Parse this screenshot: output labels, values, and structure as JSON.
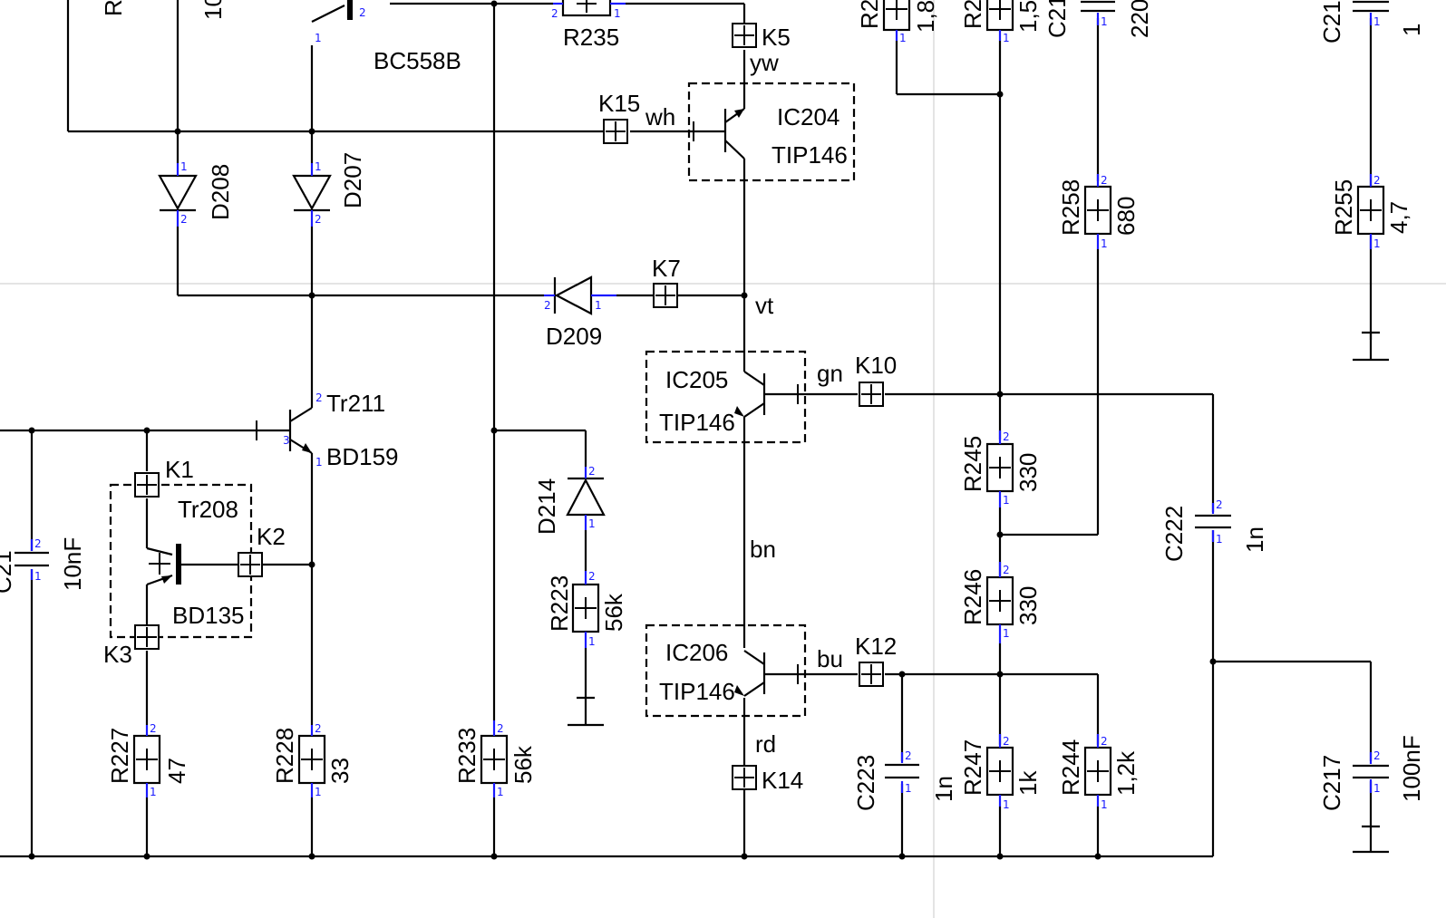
{
  "colors": {
    "wire": "#000000",
    "pin": "#1a1aff",
    "background": "#ffffff",
    "refline": "#c8c8c8"
  },
  "labels": {
    "bc558b": "BC558B",
    "r235": "R235",
    "k5": "K5",
    "yw": "yw",
    "k15": "K15",
    "wh": "wh",
    "ic204": "IC204",
    "tip146_a": "TIP146",
    "d208": "D208",
    "d207": "D207",
    "k7": "K7",
    "vt": "vt",
    "d209": "D209",
    "ic205": "IC205",
    "tip146_b": "TIP146",
    "gn": "gn",
    "k10": "K10",
    "tr211": "Tr211",
    "bd159": "BD159",
    "k1": "K1",
    "tr208": "Tr208",
    "k2": "K2",
    "bd135": "BD135",
    "k3": "K3",
    "c_10nf": "10nF",
    "d214": "D214",
    "r223": "R223",
    "v56k_a": "56k",
    "bn": "bn",
    "ic206": "IC206",
    "tip146_c": "TIP146",
    "bu": "bu",
    "k12": "K12",
    "rd": "rd",
    "k14": "K14",
    "r227": "R227",
    "v47": "47",
    "r228": "R228",
    "v33": "33",
    "r233": "R233",
    "v56k_b": "56k",
    "c223": "C223",
    "v1n_a": "1n",
    "r247": "R247",
    "v1k": "1k",
    "r244": "R244",
    "v1_2k": "1,2k",
    "r245": "R245",
    "v330_a": "330",
    "r246": "R246",
    "v330_b": "330",
    "c222": "C222",
    "v1n_b": "1n",
    "r258": "R258",
    "v680": "680",
    "r255": "R255",
    "v4_7": "4,7",
    "c217": "C217",
    "v100nf": "100nF",
    "top_r2a": "R2",
    "top_1_8": "1,8",
    "top_r2b": "R2",
    "top_1_5": "1,5",
    "top_c21": "C21",
    "top_220": "220",
    "top_c21b": "C21",
    "top_1": "1",
    "top_left_r": "R",
    "top_left_10": "10",
    "left_c": "C21"
  }
}
